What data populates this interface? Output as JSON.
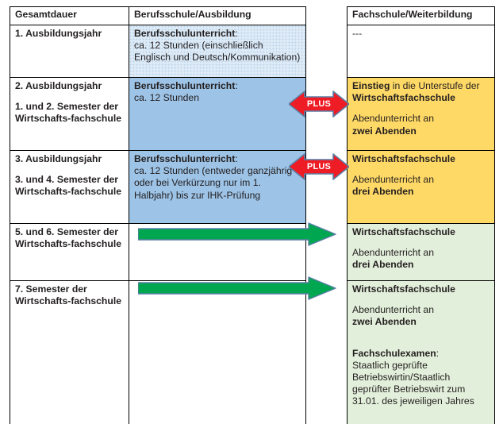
{
  "left_table": {
    "headers": [
      "Gesamtdauer",
      "Berufsschule/Ausbildung"
    ],
    "rows": [
      {
        "duration": "1. Ausbildungsjahr",
        "duration_extra": "",
        "content_title": "Berufsschulunterricht",
        "content_title_suffix": ":",
        "content_body": "ca. 12 Stunden (einschließlich Englisch und Deutsch/Kommunikation)"
      },
      {
        "duration": "2. Ausbildungsjahr",
        "duration_extra": "1. und 2. Semester der Wirtschafts-fachschule",
        "content_title": "Berufsschulunterricht",
        "content_title_suffix": ":",
        "content_body": "ca. 12 Stunden"
      },
      {
        "duration": "3. Ausbildungsjahr",
        "duration_extra": "3. und 4. Semester der Wirtschafts-fachschule",
        "content_title": "Berufsschulunterricht",
        "content_title_suffix": ":",
        "content_body": "ca. 12 Stunden (entweder ganzjährig oder bei Verkürzung nur im 1. Halbjahr) bis zur IHK-Prüfung"
      },
      {
        "duration": "5. und 6. Semester der Wirtschafts-fachschule",
        "duration_extra": "",
        "content_title": "",
        "content_title_suffix": "",
        "content_body": ""
      },
      {
        "duration": "7. Semester der Wirtschafts-fachschule",
        "duration_extra": "",
        "content_title": "",
        "content_title_suffix": "",
        "content_body": ""
      }
    ]
  },
  "right_table": {
    "header": "Fachschule/Weiterbildung",
    "rows": [
      {
        "line_1_bold": "",
        "line_1_rest": "---",
        "line_2_bold": "",
        "body_label": "",
        "body_bold": "",
        "extra_title": "",
        "extra_body": ""
      },
      {
        "line_1_bold": "Einstieg",
        "line_1_rest": " in die Unterstufe der",
        "line_2_bold": "Wirtschaftsfachschule",
        "body_label": "Abendunterricht an",
        "body_bold": "zwei Abenden",
        "extra_title": "",
        "extra_body": ""
      },
      {
        "line_1_bold": "",
        "line_1_rest": "",
        "line_2_bold": "Wirtschaftsfachschule",
        "body_label": "Abendunterricht an",
        "body_bold": "drei Abenden",
        "extra_title": "",
        "extra_body": ""
      },
      {
        "line_1_bold": "",
        "line_1_rest": "",
        "line_2_bold": "Wirtschaftsfachschule",
        "body_label": "Abendunterricht an",
        "body_bold": "drei Abenden",
        "extra_title": "",
        "extra_body": ""
      },
      {
        "line_1_bold": "",
        "line_1_rest": "",
        "line_2_bold": "Wirtschaftsfachschule",
        "body_label": "Abendunterricht an",
        "body_bold": "zwei Abenden",
        "extra_title": "Fachschulexamen",
        "extra_title_suffix": ":",
        "extra_body": "Staatlich geprüfte Betriebswirtin/Staatlich geprüfter Betriebswirt zum 31.01. des jeweiligen Jahres"
      }
    ]
  },
  "connectors": {
    "plus_label_1": "PLUS",
    "plus_label_2": "PLUS"
  },
  "colors": {
    "blue_fill": "#9DC3E6",
    "blue_dotted_fill": "#DEEBF7",
    "yellow_fill": "#FFD966",
    "light_green_fill": "#E2EFDA",
    "arrow_green": "#00A650",
    "arrow_red": "#EE1C25",
    "arrow_outline": "#5B7FA6",
    "border": "#000000",
    "text": "#231F20"
  }
}
